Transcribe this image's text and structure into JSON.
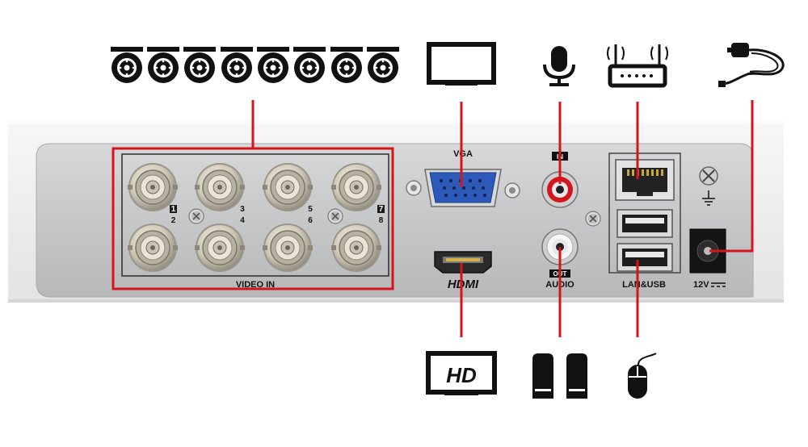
{
  "panel_labels": {
    "vga": "VGA",
    "in_badge": "IN",
    "out_badge": "OUT",
    "audio": "AUDIO",
    "hdmi": "HDMI",
    "video_in": "VIDEO IN",
    "lan_usb": "LAN&USB",
    "power": "12V"
  },
  "channel_numbers": [
    "1",
    "2",
    "3",
    "4",
    "5",
    "6",
    "7",
    "8"
  ],
  "hd_icon_text": "HD",
  "icons_top": [
    "camera-icon",
    "monitor-icon",
    "microphone-icon",
    "router-icon",
    "power-adapter-icon"
  ],
  "icons_bottom": [
    "hd-monitor-icon",
    "speakers-icon",
    "mouse-icon"
  ],
  "colors": {
    "connector_line": "#d6141c",
    "panel": "#c7c8ca",
    "chassis": "#f1f1f1",
    "vga_port": "#2d59b8",
    "rca_in": "#d6141c",
    "icon": "#111111"
  }
}
